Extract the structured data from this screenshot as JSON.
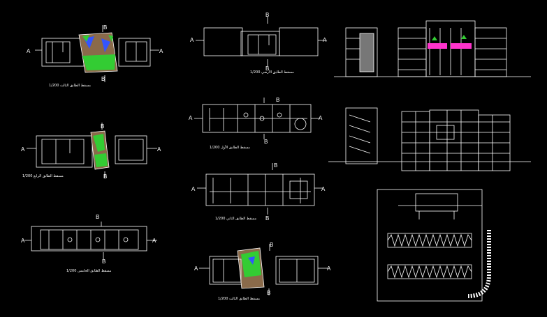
{
  "drawing": {
    "title": "",
    "section_marker_a": "A",
    "section_marker_b": "B",
    "captions": {
      "plan_top_left": "1/200 مسقط الطابق الثالث",
      "plan_mid_left": "1/200 مسقط الطابق الرابع",
      "plan_bottom_left": "1/200 مسقط الطابق الخامس",
      "plan_top_center": "1/200 مسقط الطابق الأرضي",
      "plan_ground": "1/200 مسقط الطابق الأول",
      "plan_second": "1/200 مسقط الطابق الثاني",
      "plan_bottom_center": "1/200 مسقط الطابق الثالث"
    },
    "colors": {
      "background": "#000000",
      "lines": "#ffffff",
      "landscape_green": "#33cc33",
      "landscape_blue": "#3355ff",
      "paving_brown": "#8a6a4a",
      "balcony_magenta": "#ff33cc",
      "elevation_gray": "#777777"
    }
  }
}
